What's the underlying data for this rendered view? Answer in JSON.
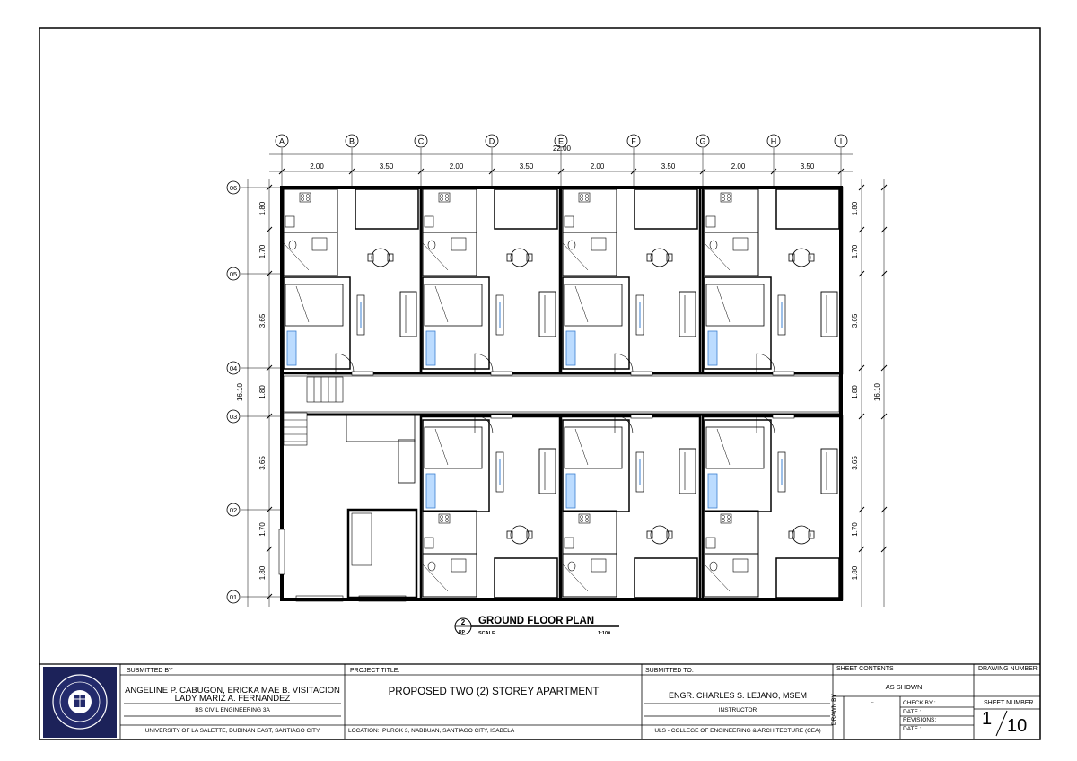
{
  "grid": {
    "columns": [
      "A",
      "B",
      "C",
      "D",
      "E",
      "F",
      "G",
      "H",
      "I"
    ],
    "rows": [
      "06",
      "05",
      "04",
      "03",
      "02",
      "01"
    ],
    "overall_width": "22.00",
    "overall_height": "16.10",
    "top_dims": [
      "2.00",
      "3.50",
      "2.00",
      "3.50",
      "2.00",
      "3.50",
      "2.00",
      "3.50"
    ],
    "left_dims": [
      "1.80",
      "1.70",
      "3.65",
      "1.80",
      "3.65",
      "1.70",
      "1.80"
    ],
    "right_dims": [
      "1.80",
      "1.70",
      "3.65",
      "1.80",
      "3.65",
      "1.70",
      "1.80"
    ]
  },
  "drawing_title": {
    "number": "2",
    "sheet_ref": "RP",
    "title": "GROUND FLOOR PLAN",
    "scale_label": "SCALE",
    "scale": "1:100"
  },
  "title_block": {
    "submitted_by_label": "SUBMITTED BY",
    "authors_line1": "ANGELINE P. CABUGON, ERICKA MAE B. VISITACION",
    "authors_line2": "LADY MARIZ A. FERNANDEZ",
    "course": "BS CIVIL ENGINEERING 3A",
    "university": "UNIVERSITY OF LA SALETTE, DUBINAN EAST, SANTIAGO CITY",
    "project_title_label": "PROJECT TITLE:",
    "project_title": "PROPOSED TWO (2) STOREY APARTMENT",
    "location_label": "LOCATION:",
    "location": "PUROK 3, NABBUAN, SANTIAGO CITY, ISABELA",
    "submitted_to_label": "SUBMITTED TO:",
    "instructor_name": "ENGR. CHARLES S. LEJANO, MSEM",
    "instructor_label": "INSTRUCTOR",
    "college": "ULS - COLLEGE OF ENGINEERING & ARCHITECTURE (CEA)",
    "sheet_contents_label": "SHEET CONTENTS",
    "sheet_contents": "AS SHOWN",
    "drawn_by_label": "DRAWN BY",
    "drawn_by_value": "..",
    "check_by_label": "CHECK BY :",
    "date_label_1": "DATE          :",
    "revisions_label": "REVISIONS:",
    "date_label_2": "DATE          :",
    "drawing_number_label": "DRAWING NUMBER",
    "sheet_number_label": "SHEET NUMBER",
    "sheet_number": "1",
    "sheet_total": "10"
  }
}
